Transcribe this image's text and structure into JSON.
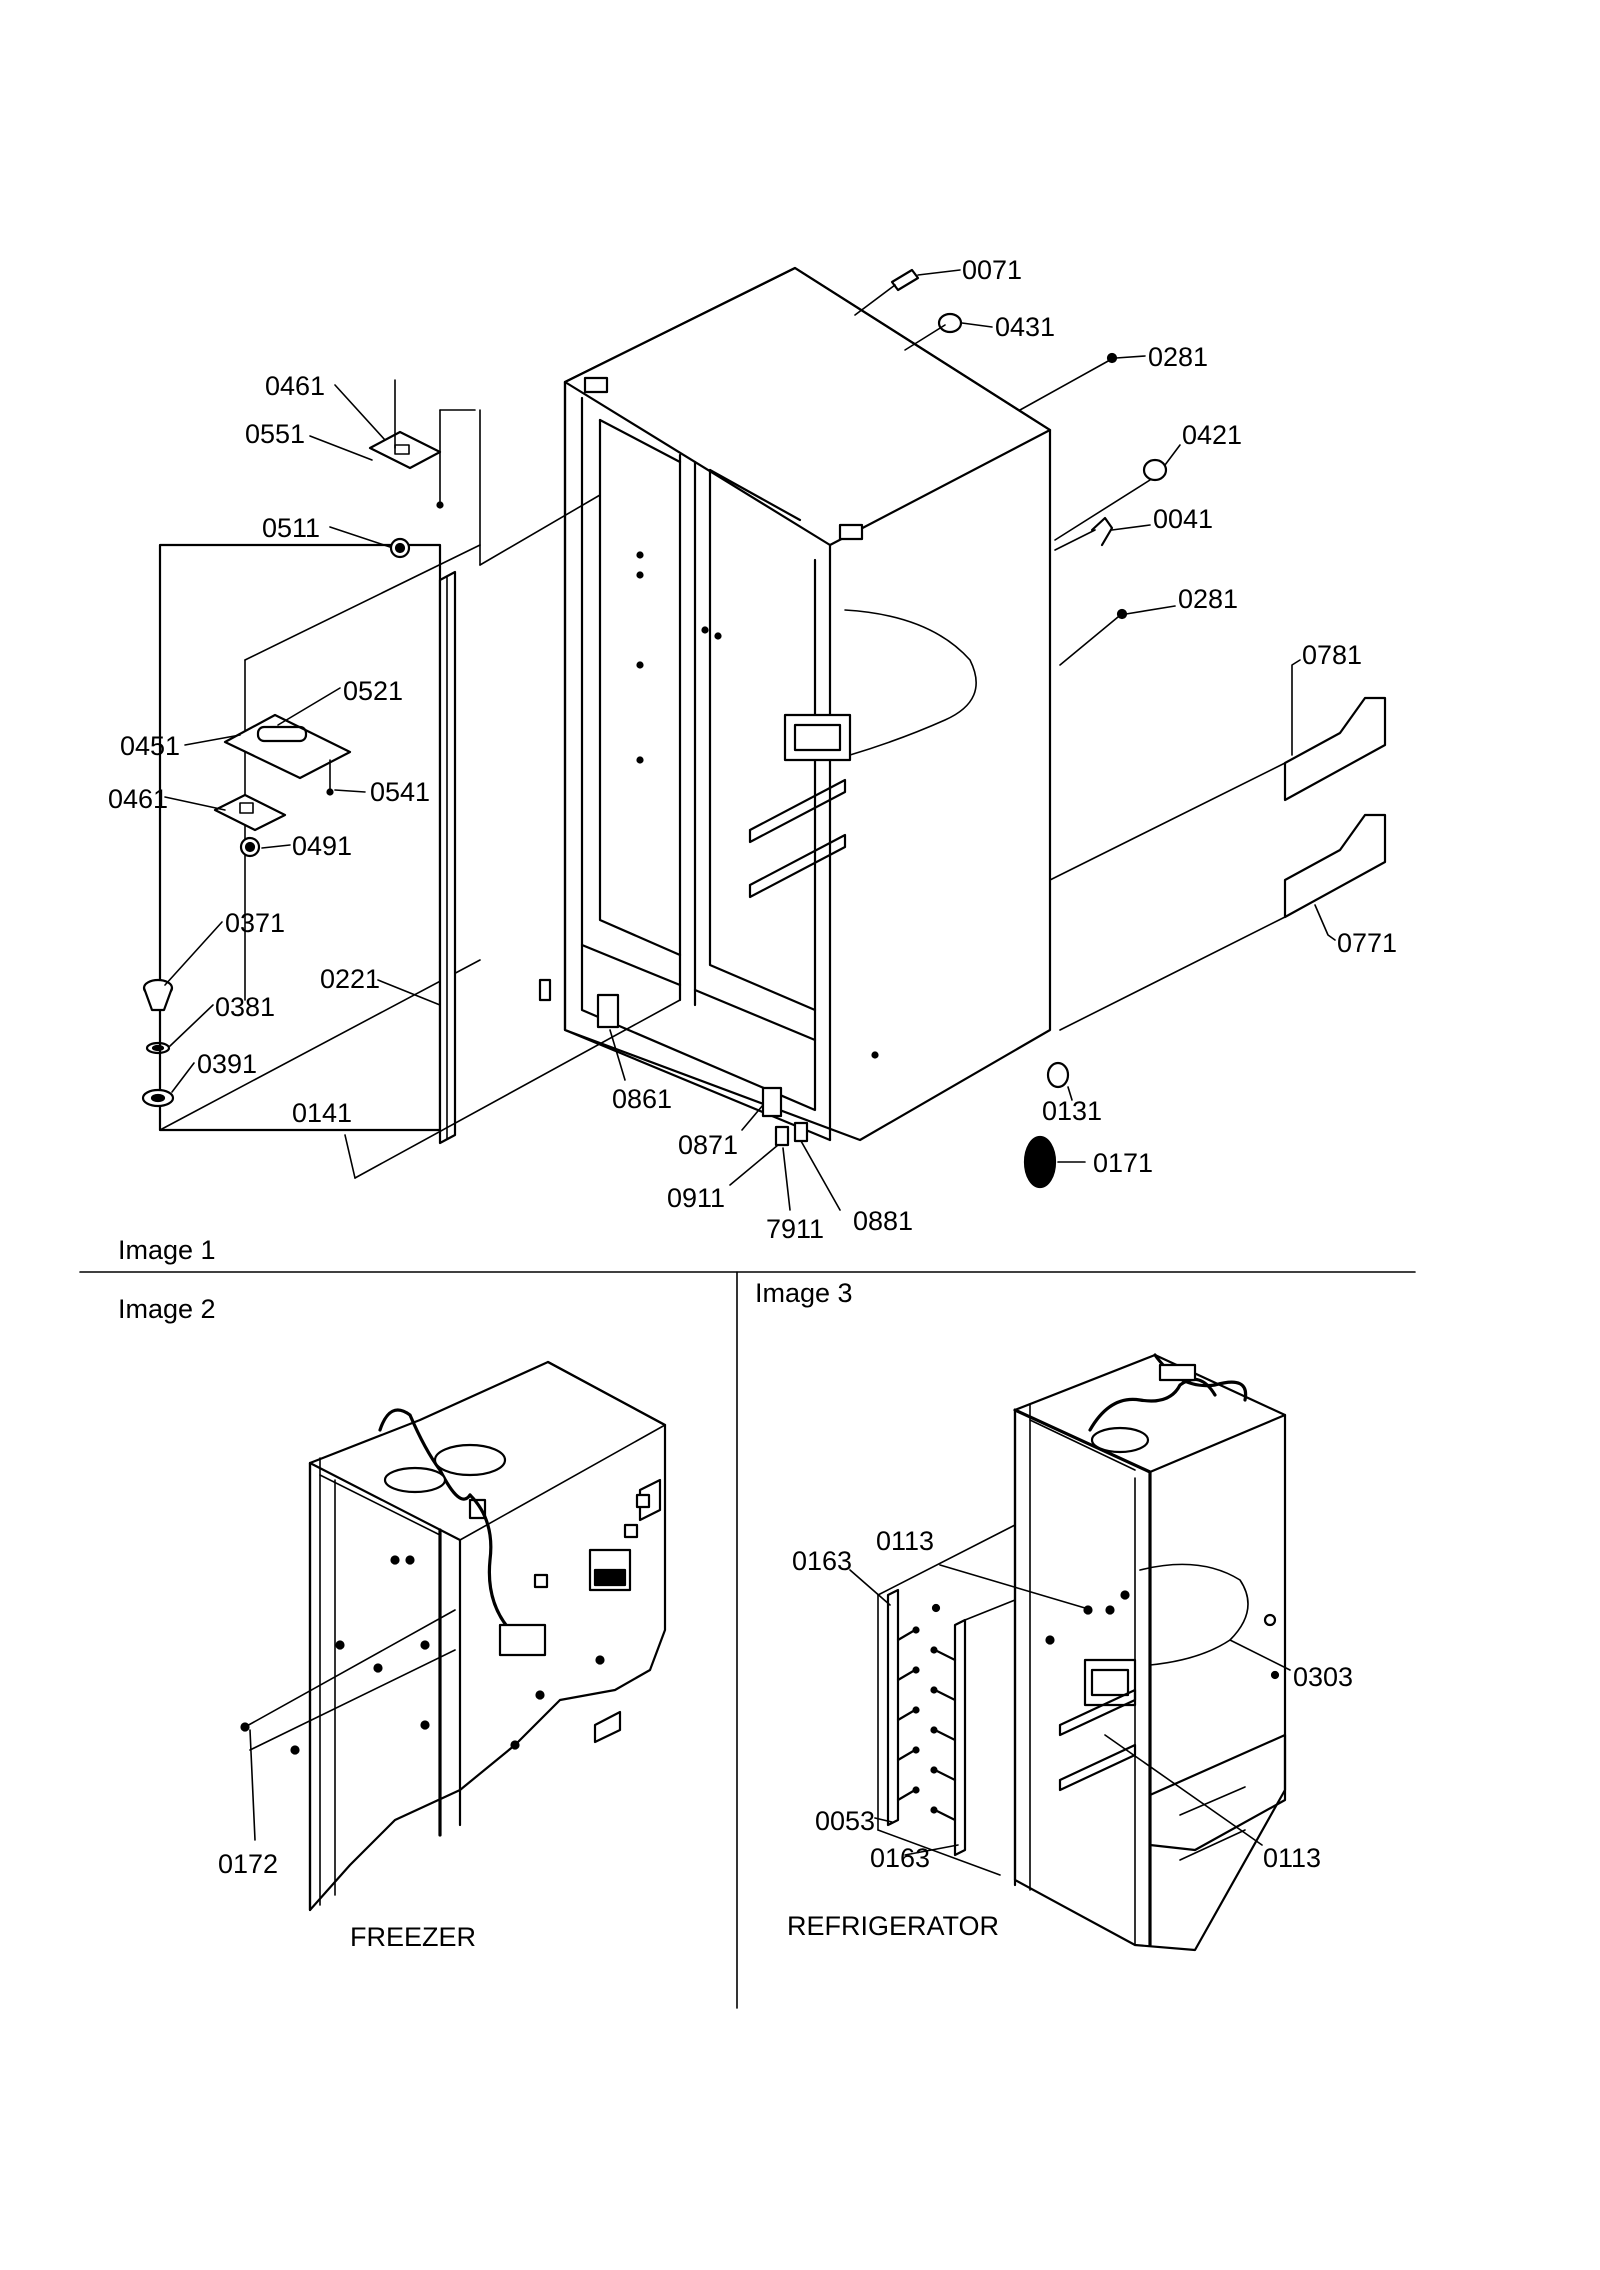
{
  "image1": {
    "title": "Image 1",
    "parts": [
      "0071",
      "0431",
      "0281",
      "0421",
      "0041",
      "0281",
      "0781",
      "0771",
      "0461",
      "0551",
      "0511",
      "0521",
      "0451",
      "0541",
      "0461",
      "0491",
      "0371",
      "0381",
      "0391",
      "0221",
      "0141",
      "0861",
      "0871",
      "0911",
      "7911",
      "0881",
      "0131",
      "0171"
    ]
  },
  "image2": {
    "title": "Image 2",
    "caption": "FREEZER",
    "parts": [
      "0172"
    ]
  },
  "image3": {
    "title": "Image 3",
    "caption": "REFRIGERATOR",
    "parts": [
      "0163",
      "0113",
      "0303",
      "0053",
      "0163",
      "0113"
    ]
  }
}
